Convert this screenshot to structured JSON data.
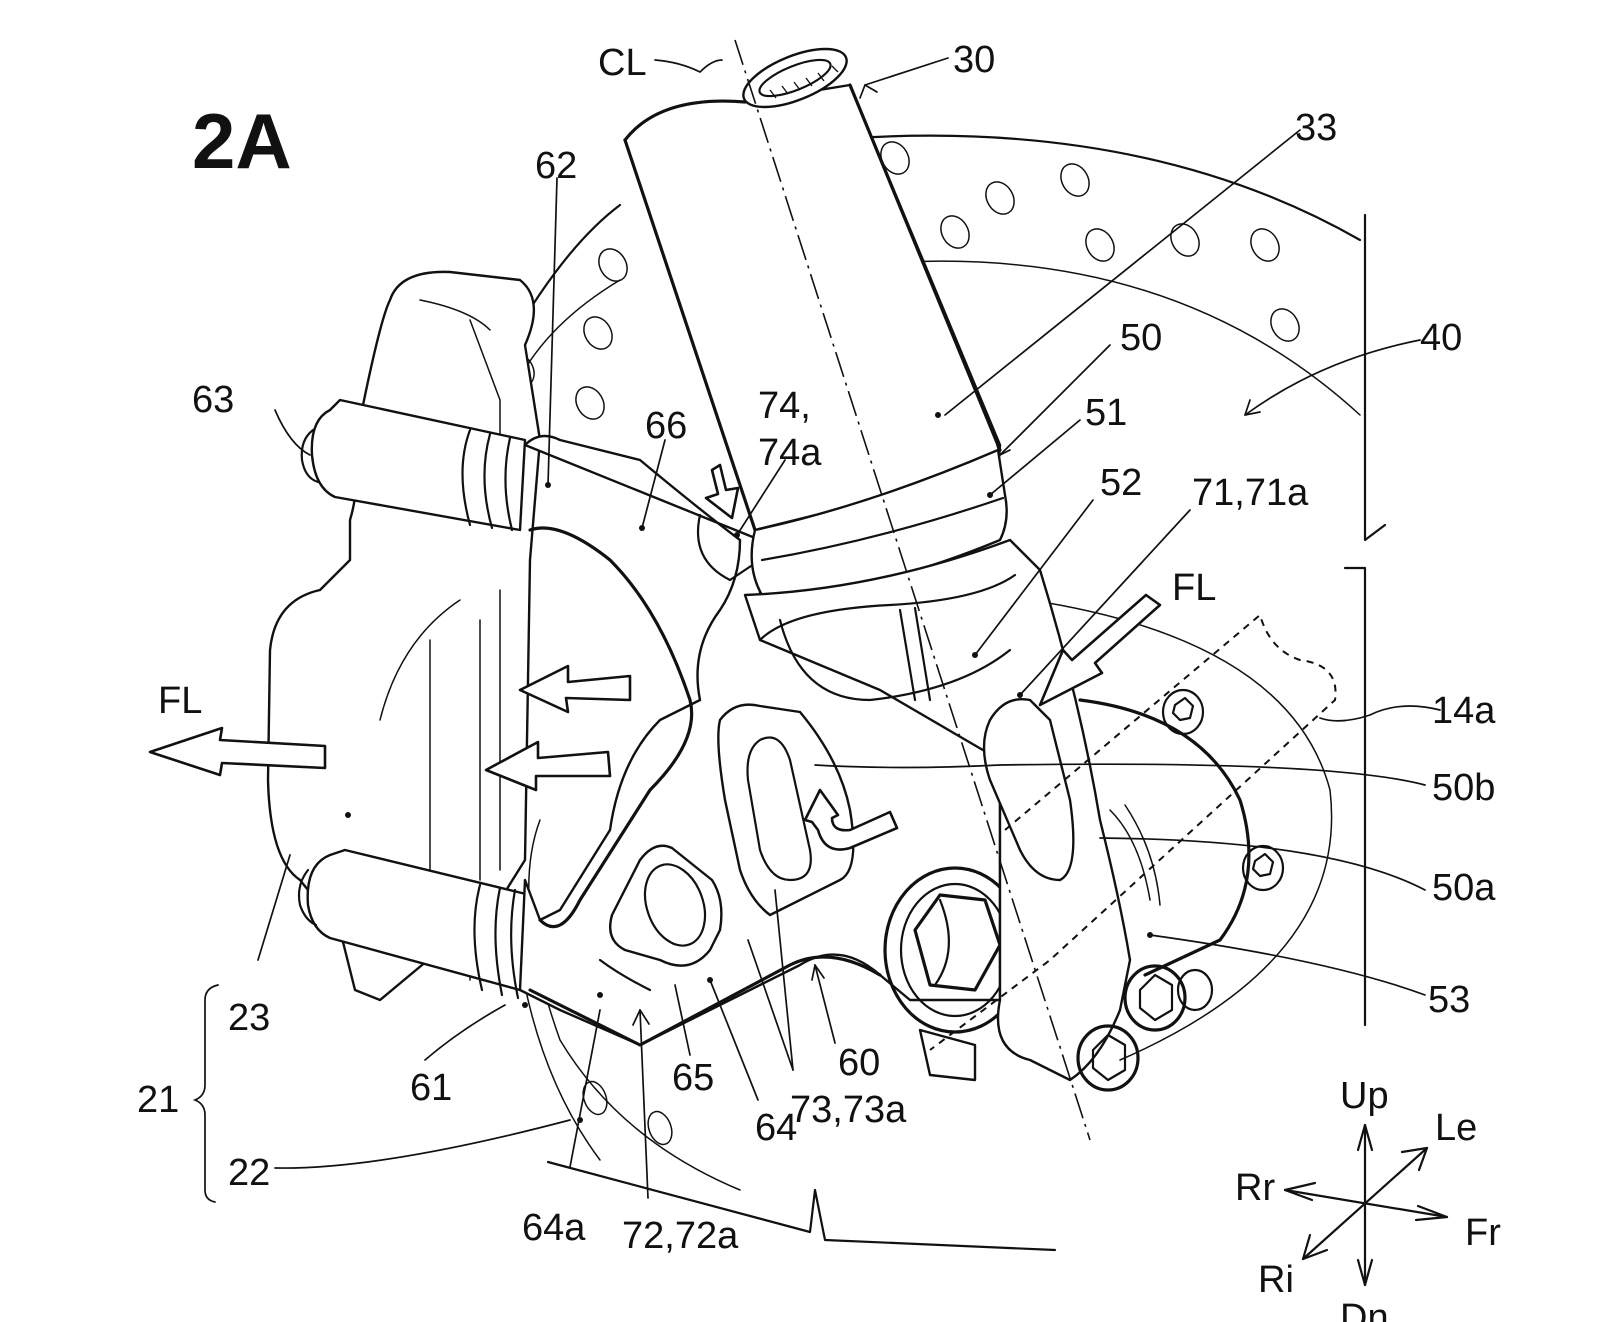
{
  "figure": {
    "title": "2A",
    "description": "Perspective view of brake caliper mounting bracket on front fork with brake disc and cooling airflow"
  },
  "labels": {
    "cl": "CL",
    "l30": "30",
    "l33": "33",
    "l62": "62",
    "l50": "50",
    "l40": "40",
    "l51": "51",
    "l63": "63",
    "l66": "66",
    "l74": "74,",
    "l74a": "74a",
    "l52": "52",
    "l71": "71,71a",
    "fl_right": "FL",
    "fl_left": "FL",
    "l14a": "14a",
    "l50b": "50b",
    "l50a": "50a",
    "l53": "53",
    "l23": "23",
    "l21": "21",
    "l22": "22",
    "l61": "61",
    "l65": "65",
    "l64": "64",
    "l60": "60",
    "l73": "73,73a",
    "l64a": "64a",
    "l72": "72,72a"
  },
  "orientation": {
    "up": "Up",
    "dn": "Dn",
    "le": "Le",
    "ri": "Ri",
    "fr": "Fr",
    "rr": "Rr"
  },
  "colors": {
    "ink": "#111111",
    "paper": "#ffffff"
  }
}
